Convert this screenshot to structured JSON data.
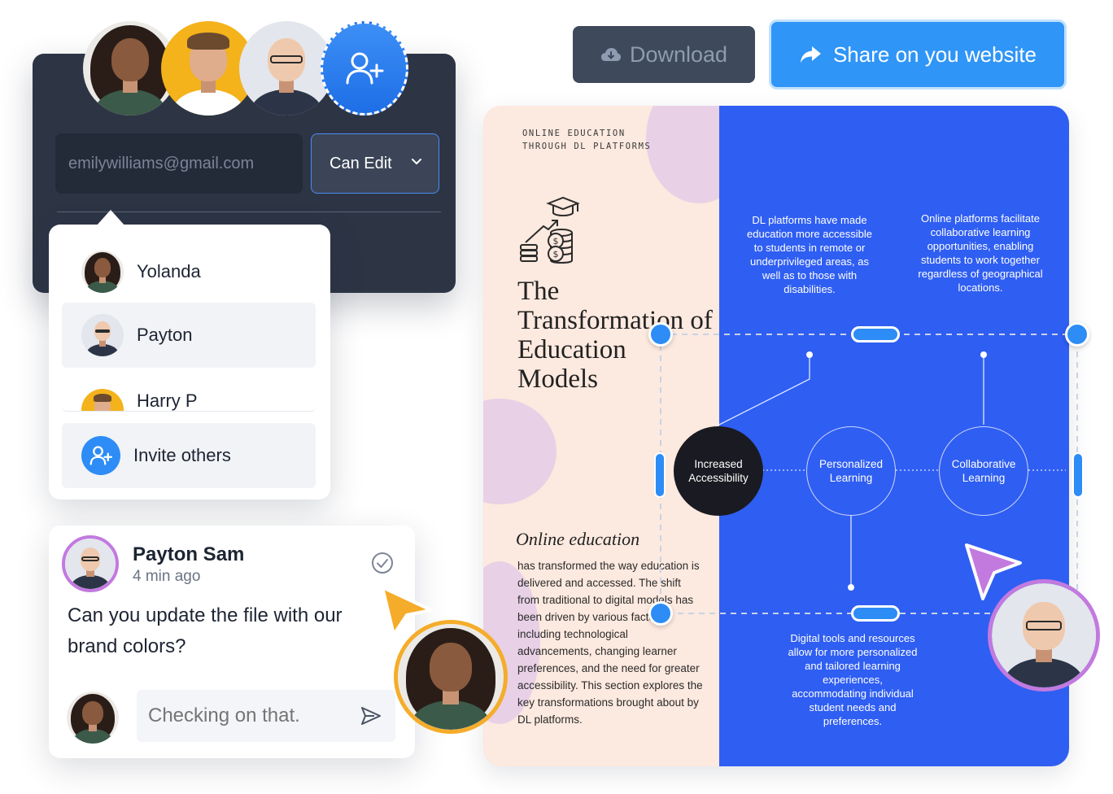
{
  "share_panel": {
    "email_placeholder": "emilywilliams@gmail.com",
    "permission": "Can Edit",
    "collaborators": [
      "woman-curly-hair",
      "man-yellow-bg",
      "bald-man-glasses"
    ],
    "add_icon": "user-plus-icon"
  },
  "user_dropdown": {
    "items": [
      {
        "label": "Yolanda",
        "avatar": "woman-curly-hair"
      },
      {
        "label": "Payton",
        "avatar": "bald-man-glasses"
      },
      {
        "label": "Harry P",
        "avatar": "man-yellow-bg"
      }
    ],
    "invite_label": "Invite others",
    "invite_icon": "user-plus-icon"
  },
  "comment": {
    "author": "Payton Sam",
    "time": "4 min ago",
    "text": "Can you update the file with our brand colors?",
    "reply_placeholder": "Checking on that.",
    "resolve_icon": "check-circle-icon",
    "send_icon": "send-icon"
  },
  "toolbar": {
    "download_label": "Download",
    "download_icon": "cloud-download-icon",
    "share_label": "Share on you website",
    "share_icon": "share-arrow-icon"
  },
  "document": {
    "kicker": "ONLINE EDUCATION\nTHROUGH DL PLATFORMS",
    "title": "The Transformation of Education Models",
    "subtitle": "Online education",
    "body": "has transformed the way education is delivered and accessed. The shift from traditional to digital models has been driven by various factors, including technological advancements, changing learner preferences, and the need for greater accessibility. This section explores the key transformations brought about by DL platforms.",
    "top_left_note": "DL platforms have made education more accessible to students in remote or underprivileged areas, as well as to those with disabilities.",
    "top_right_note": "Online platforms facilitate collaborative learning opportunities, enabling students to work together regardless of geographical locations.",
    "bottom_note": "Digital tools and resources allow for more personalized and tailored learning experiences, accommodating individual student needs and preferences.",
    "nodes": [
      "Increased Accessibility",
      "Personalized Learning",
      "Collaborative Learning"
    ],
    "icon": "education-growth-icon"
  },
  "colors": {
    "panel_dark": "#2d3545",
    "accent_blue": "#2f95f7",
    "doc_blue": "#2f5ef2",
    "doc_peach": "#fce9df",
    "cursor_orange": "#f5ac2a",
    "cursor_purple": "#c27adf"
  }
}
